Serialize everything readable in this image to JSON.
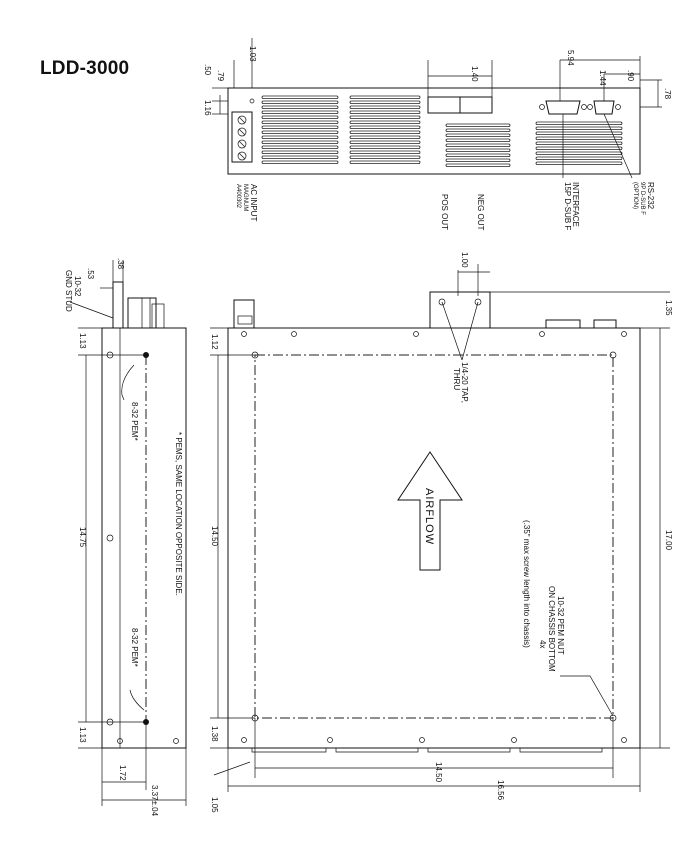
{
  "title": "LDD-3000",
  "top_view": {
    "ac_input": [
      "AC INPUT",
      "MAGNUM",
      "A400302"
    ],
    "pos_out": "POS OUT",
    "neg_out": "NEG OUT",
    "interface": [
      "INTERFACE",
      "15P D-SUB F"
    ],
    "rs232": [
      "RS-232",
      "9P D-SUB F",
      "(OPTION)"
    ],
    "dims": {
      "d103": "1.03",
      "d50": ".50",
      "d79": ".79",
      "d116": "1.16",
      "d140": "1.40",
      "d594": "5.94",
      "d144": "1.44",
      "d90": ".90",
      "d78": ".78"
    }
  },
  "side_view": {
    "gnd": [
      "10-32",
      "GND STUD"
    ],
    "pem": "8-32 PEM*",
    "pem_note": "* PEMS, SAME LOCATION OPPOSITE SIDE.",
    "dims": {
      "d38": ".38",
      "d53": ".53",
      "d113": "1.13",
      "d1475": "14.75",
      "d172": "1.72",
      "d337": "3.37±.04"
    }
  },
  "bottom_view": {
    "tap": [
      "1/4-20 TAP,",
      "THRU"
    ],
    "airflow": "AIRFLOW",
    "nut": [
      "10-32 PEM NUT",
      "ON CHASSIS BOTTOM",
      "4x",
      "(.35\" max screw length into chassis)"
    ],
    "dims": {
      "d100": "1.00",
      "d135": "1.35",
      "d112": "1.12",
      "d1450v": "14.50",
      "d1700": "17.00",
      "d138": "1.38",
      "d1450h": "14.50",
      "d1656": "16.56",
      "d105": "1.05"
    }
  }
}
